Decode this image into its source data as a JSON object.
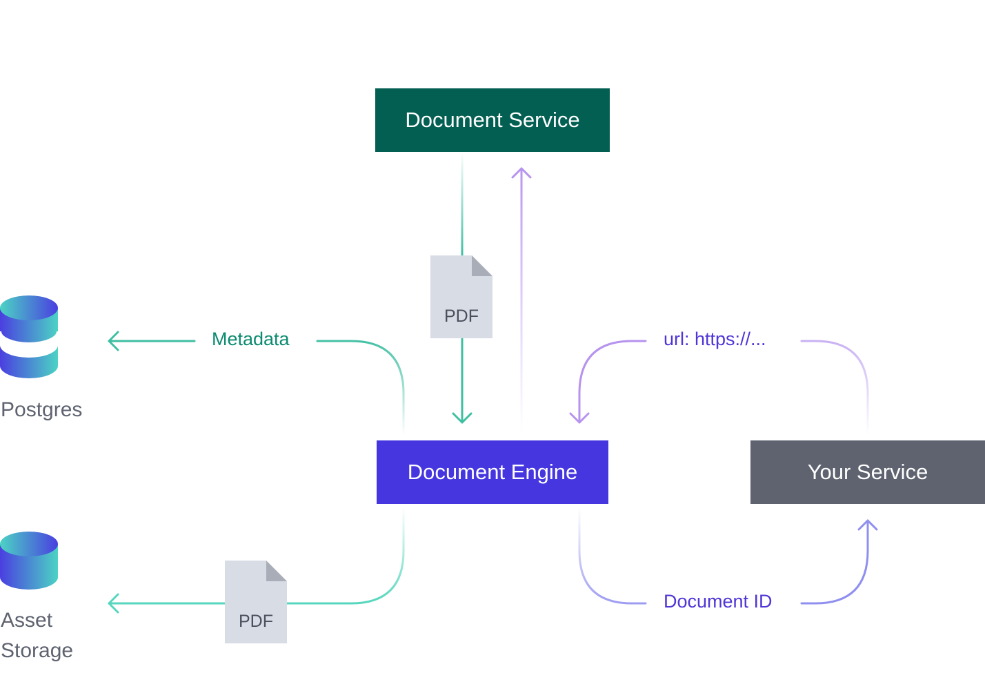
{
  "nodes": {
    "document_service": "Document Service",
    "document_engine": "Document Engine",
    "your_service": "Your Service",
    "postgres": "Postgres",
    "asset_storage_line1": "Asset",
    "asset_storage_line2": "Storage"
  },
  "edges": {
    "metadata": "Metadata",
    "url": "url: https://...",
    "document_id": "Document ID"
  },
  "files": {
    "pdf_top": "PDF",
    "pdf_bottom": "PDF"
  },
  "colors": {
    "document_service": "#045f53",
    "document_engine": "#4536e0",
    "your_service": "#5f6370",
    "teal_flow": "#3fbfa2",
    "purple_flow": "#b693ee",
    "blue_flow": "#8f8ff0",
    "metadata_text": "#0a8a70",
    "purple_text": "#4f36d6",
    "file_icon": "#d8dce4",
    "file_fold": "#a9adb8"
  }
}
